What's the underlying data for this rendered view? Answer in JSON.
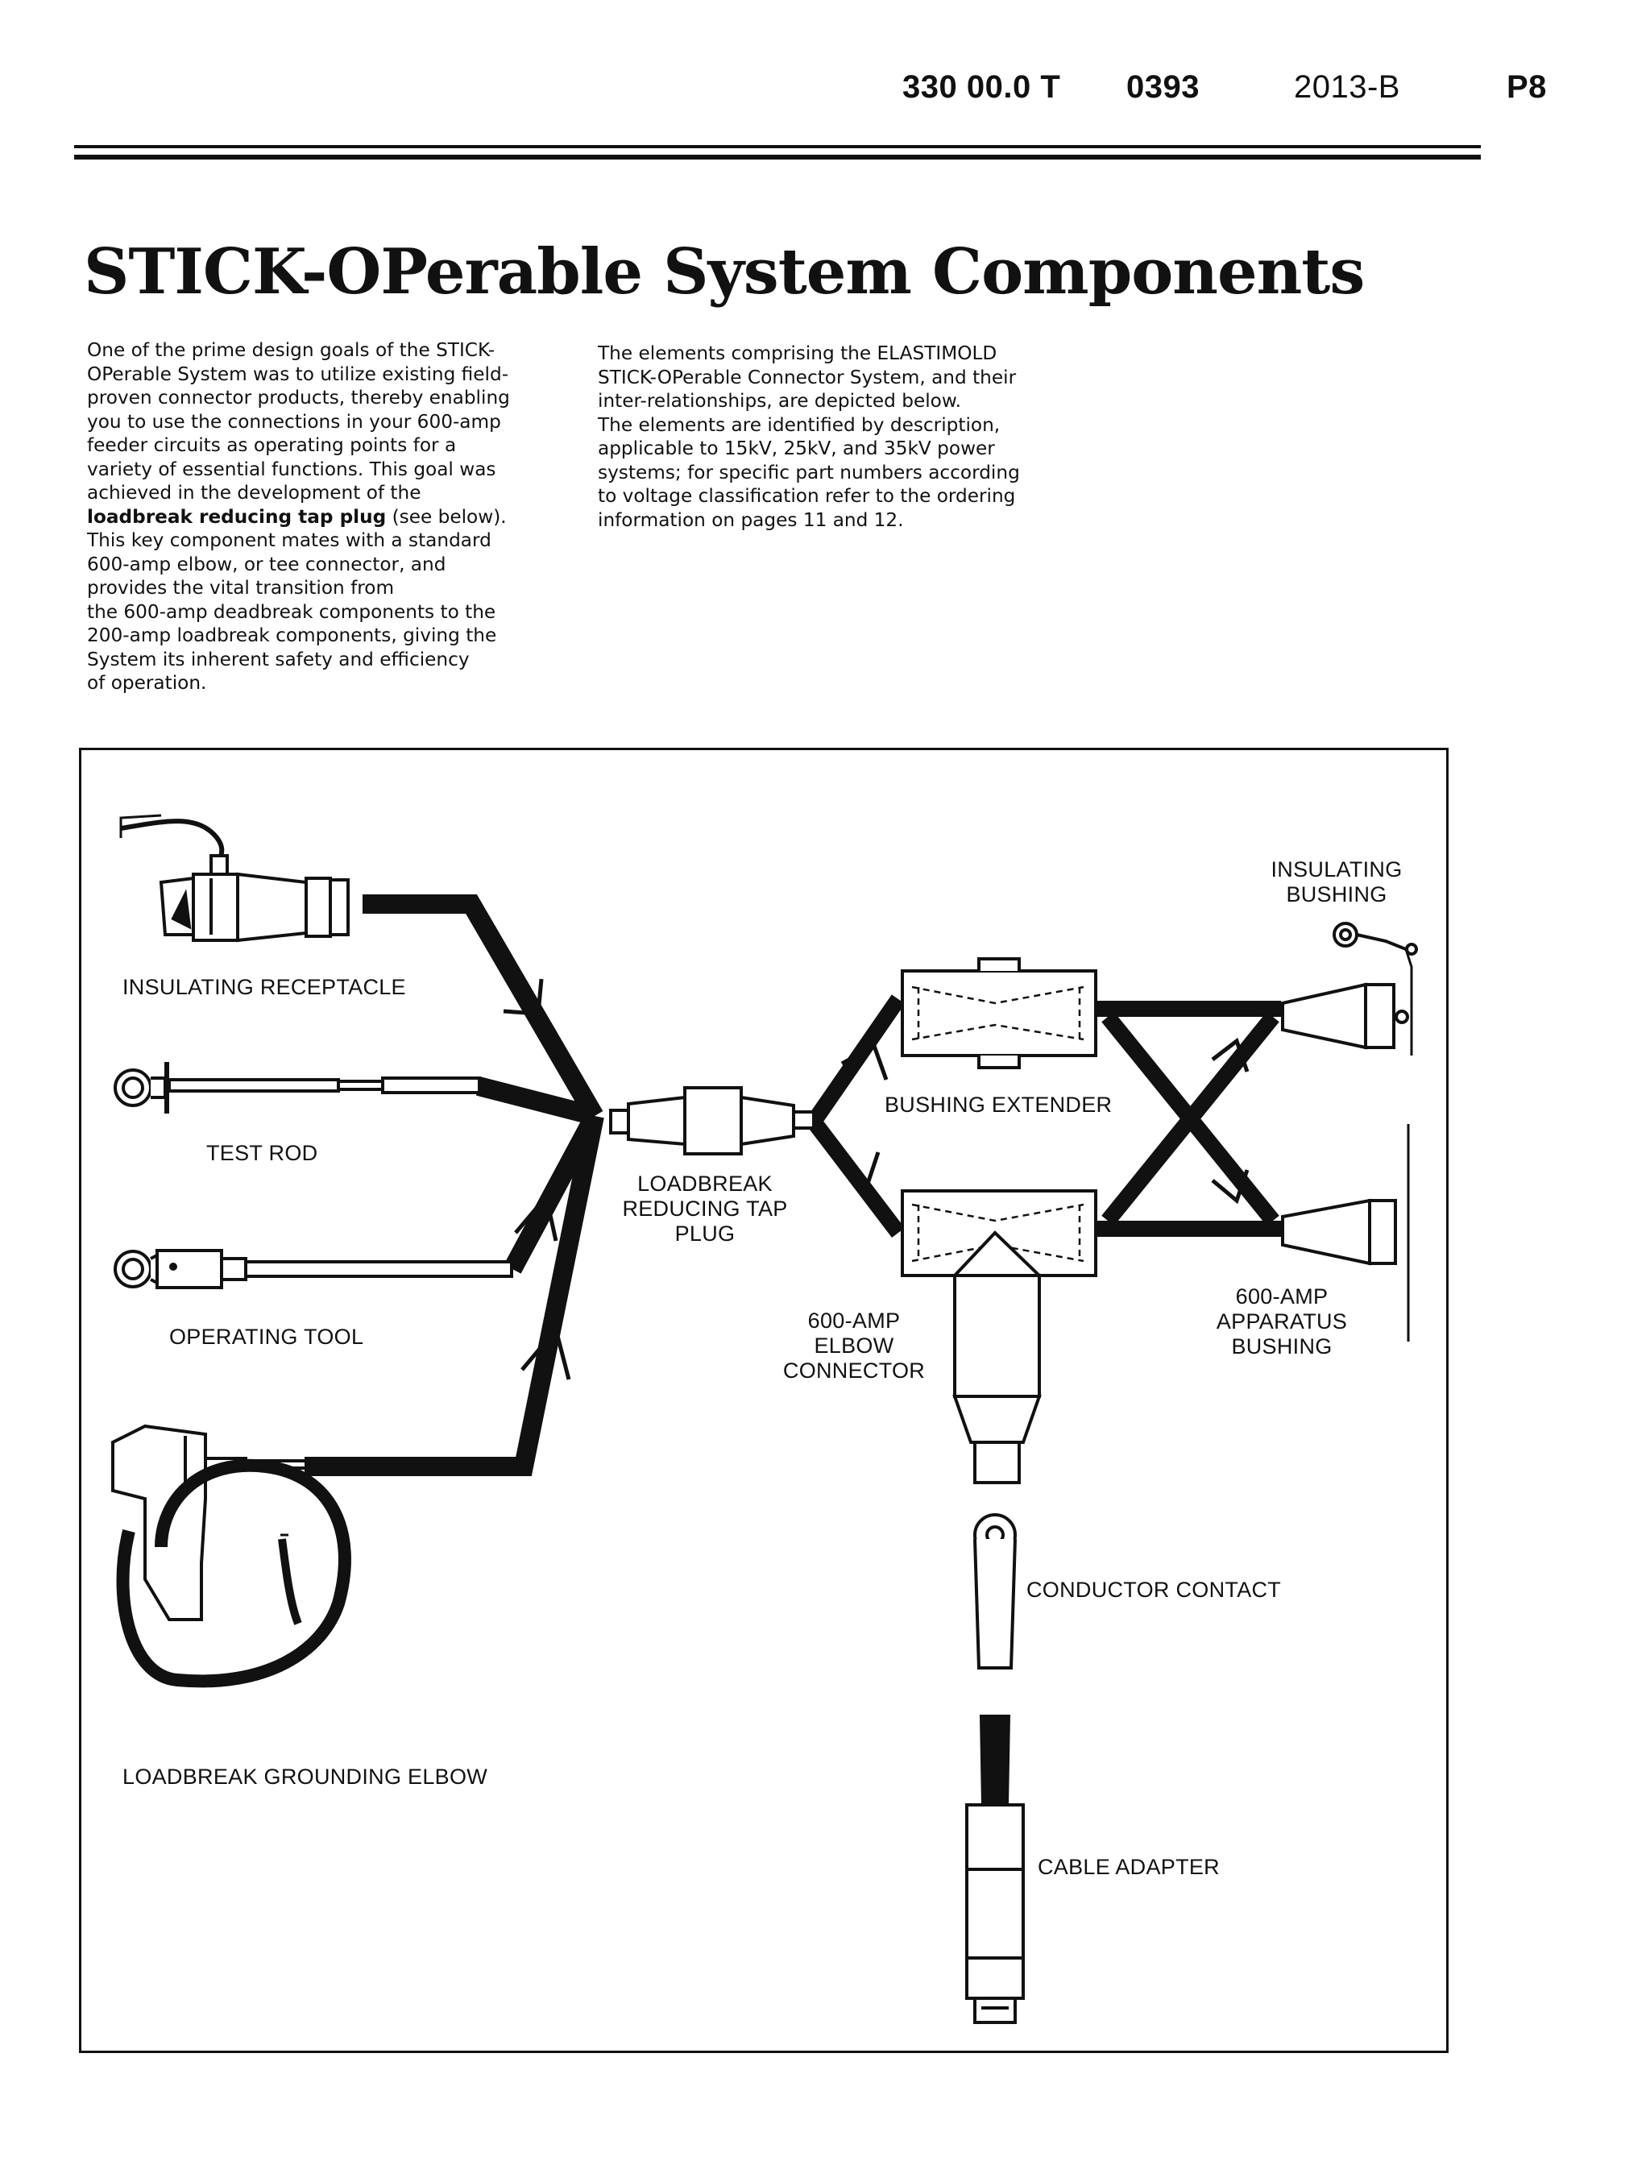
{
  "header": {
    "doc_number": "330 00.0 T",
    "code": "0393",
    "revision": "2013-B",
    "page": "P8"
  },
  "title": "STICK-OPerable System Components",
  "intro": {
    "left_lines": [
      "One of the prime design goals of the STICK-",
      "OPerable System was to utilize existing field-",
      "proven connector products, thereby enabling",
      "you to use the connections in your 600-amp",
      "feeder circuits as operating points for a",
      "variety of essential functions. This goal was",
      "achieved in the development of the"
    ],
    "bold_phrase": "loadbreak reducing tap plug",
    "bold_suffix": " (see below).",
    "left_lines_after": [
      "This key component mates with a standard",
      "600-amp elbow, or tee connector, and",
      "provides the vital transition from",
      "the 600-amp deadbreak components to the",
      "200-amp loadbreak components, giving the",
      "System its inherent safety and efficiency",
      "of operation."
    ],
    "right_lines": [
      "The elements comprising the ELASTIMOLD",
      "STICK-OPerable Connector System, and their",
      "inter-relationships, are depicted below.",
      "The elements are identified by description,",
      "applicable to 15kV, 25kV, and 35kV power",
      "systems; for specific part numbers according",
      "to voltage classification refer to the ordering",
      "information on pages 11 and 12."
    ]
  },
  "diagram": {
    "labels": {
      "insulating_receptacle": "INSULATING RECEPTACLE",
      "test_rod": "TEST ROD",
      "operating_tool": "OPERATING TOOL",
      "loadbreak_grounding_elbow": "LOADBREAK GROUNDING ELBOW",
      "tap_plug": [
        "LOADBREAK",
        "REDUCING TAP",
        "PLUG"
      ],
      "bushing_extender": "BUSHING EXTENDER",
      "insulating_bushing": [
        "INSULATING",
        "BUSHING"
      ],
      "elbow_connector": [
        "600-AMP",
        "ELBOW",
        "CONNECTOR"
      ],
      "apparatus_bushing": [
        "600-AMP",
        "APPARATUS",
        "BUSHING"
      ],
      "conductor_contact": "CONDUCTOR CONTACT",
      "cable_adapter": "CABLE ADAPTER"
    }
  }
}
